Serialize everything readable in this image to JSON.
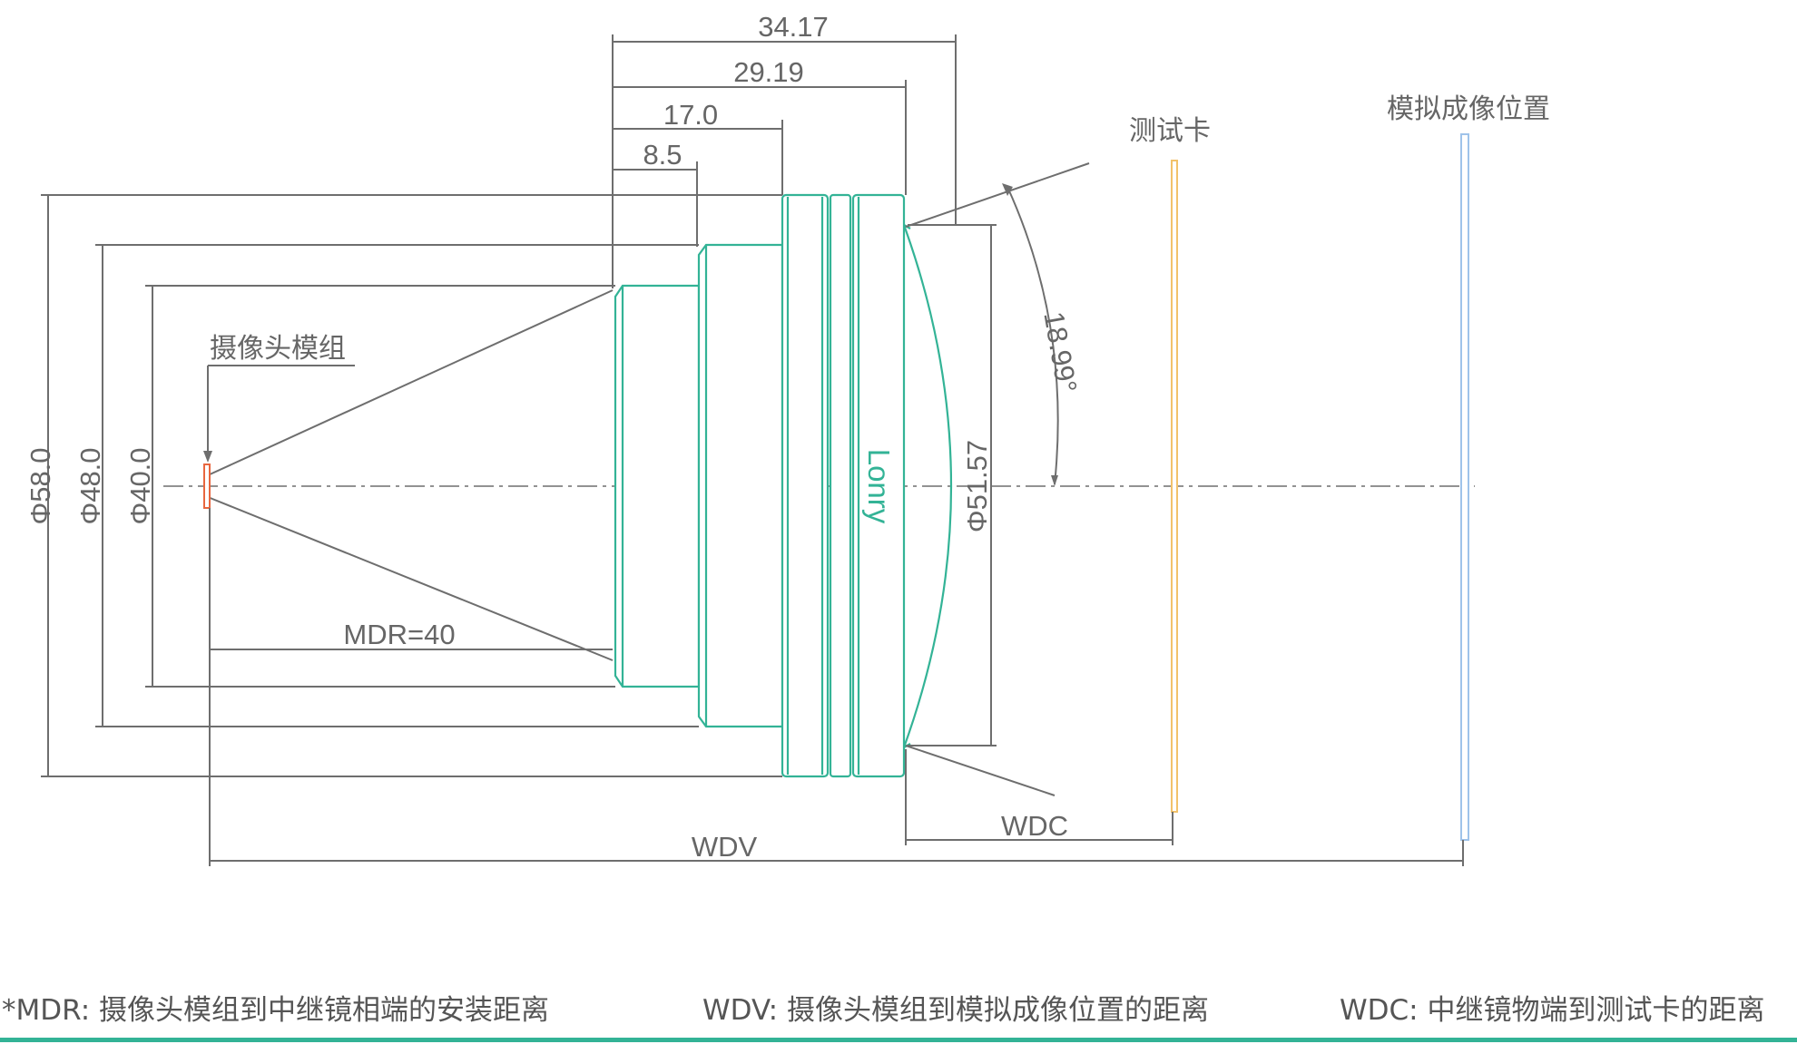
{
  "dimensions": {
    "top": [
      "34.17",
      "29.19",
      "17.0",
      "8.5"
    ],
    "diameters": [
      "Φ58.0",
      "Φ48.0",
      "Φ40.0"
    ],
    "lens_front_diameter": "Φ51.57",
    "angle": "18.99°",
    "mdr": "MDR=40",
    "wdc": "WDC",
    "wdv": "WDV"
  },
  "labels": {
    "camera_module": "摄像头模组",
    "test_card": "测试卡",
    "simulated_image_position": "模拟成像位置",
    "brand": "Lonry"
  },
  "notes": {
    "mdr": "*MDR: 摄像头模组到中继镜相端的安装距离",
    "wdv": "WDV: 摄像头模组到模拟成像位置的距离",
    "wdc": "WDC: 中继镜物端到测试卡的距离"
  },
  "colors": {
    "lens": "#33b396",
    "test_card": "#f2c26b",
    "image_plane": "#9fc3ea",
    "sensor": "#e8663f",
    "bottom_rule": "#33b396"
  }
}
